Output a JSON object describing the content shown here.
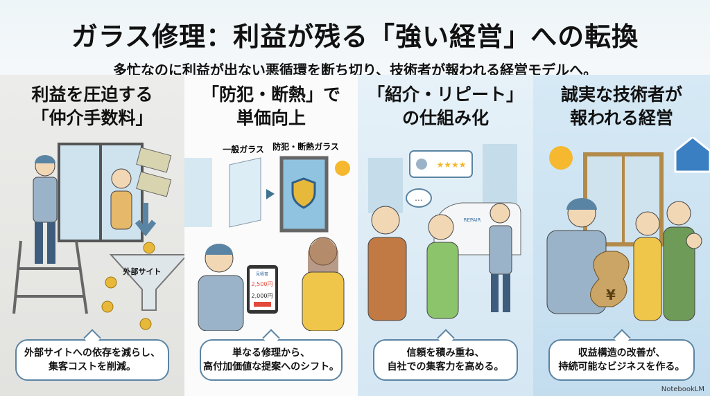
{
  "header": {
    "title": "ガラス修理：利益が残る「強い経営」への転換",
    "subtitle": "多忙なのに利益が出ない悪循環を断ち切り、技術者が報われる経営モデルへ。"
  },
  "panels": [
    {
      "heading_line1": "利益を圧迫する",
      "heading_line2": "「仲介手数料」",
      "illus_label": "外部サイト",
      "caption_line1": "外部サイトへの依存を減らし、",
      "caption_line2": "集客コストを削減。"
    },
    {
      "heading_line1": "「防犯・断熱」で",
      "heading_line2": "単価向上",
      "label_left": "一般ガラス",
      "label_right": "防犯・断熱ガラス",
      "tablet_header": "見積書",
      "price_old": "2,500円",
      "price_new": "2,000円",
      "caption_line1": "単なる修理から、",
      "caption_line2": "高付加価値な提案へのシフト。"
    },
    {
      "heading_line1": "「紹介・リピート」",
      "heading_line2": "の仕組み化",
      "van_logo": "REPAIR",
      "caption_line1": "信頼を積み重ね、",
      "caption_line2": "自社での集客力を高める。"
    },
    {
      "heading_line1": "誠実な技術者が",
      "heading_line2": "報われる経営",
      "bag_symbol": "¥",
      "caption_line1": "収益構造の改善が、",
      "caption_line2": "持続可能なビジネスを作る。"
    }
  ],
  "brand": "NotebookLM",
  "colors": {
    "accent": "#5a84a3",
    "sun": "#f5b82e",
    "shield": "#3a7fc1"
  }
}
